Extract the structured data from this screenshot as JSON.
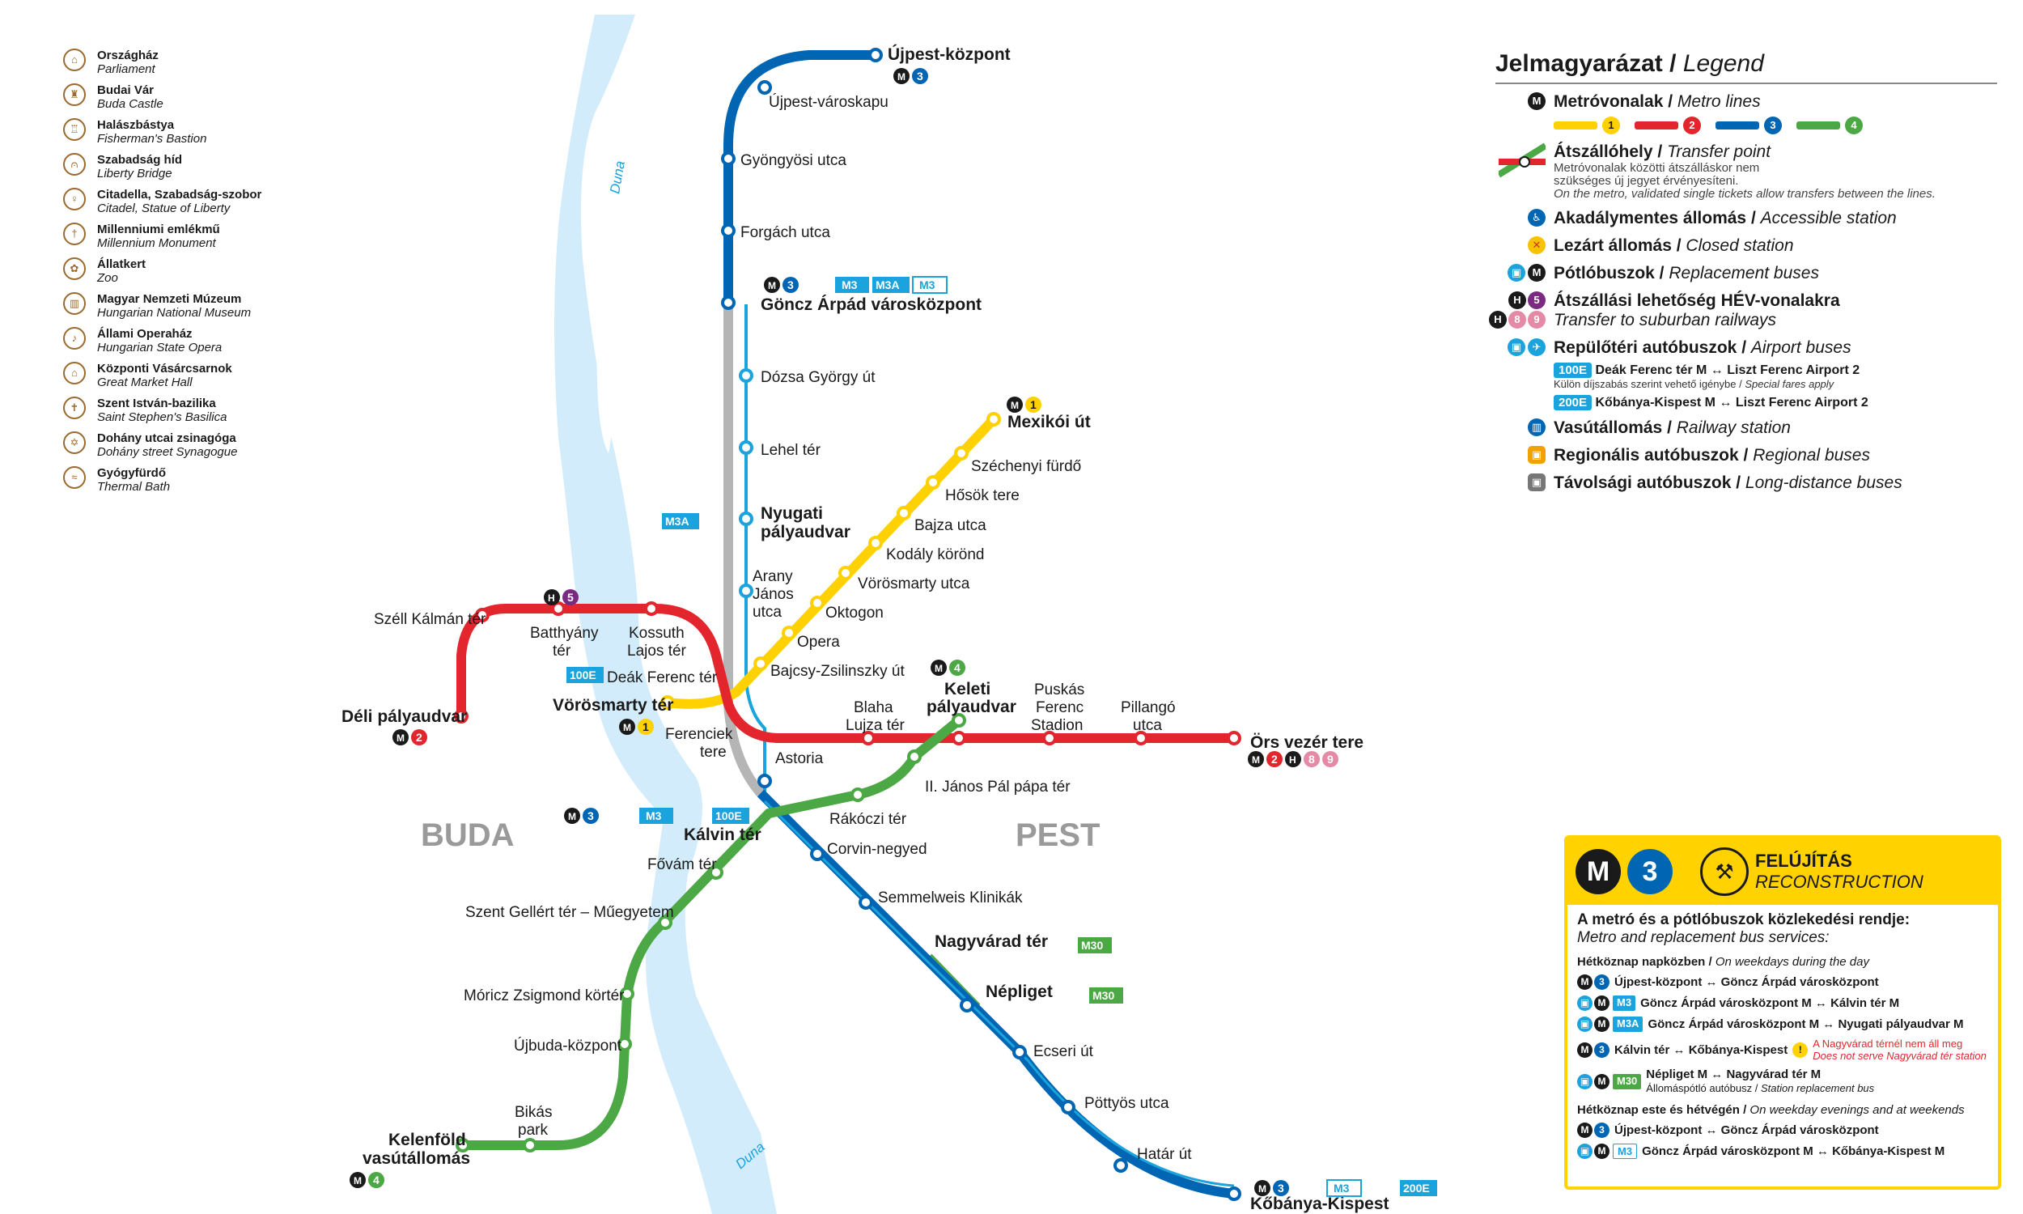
{
  "landmarks": [
    {
      "hu": "Országház",
      "en": "Parliament",
      "icon": "parliament-icon"
    },
    {
      "hu": "Budai Vár",
      "en": "Buda Castle",
      "icon": "castle-icon"
    },
    {
      "hu": "Halászbástya",
      "en": "Fisherman's Bastion",
      "icon": "bastion-icon"
    },
    {
      "hu": "Szabadság híd",
      "en": "Liberty Bridge",
      "icon": "bridge-icon"
    },
    {
      "hu": "Citadella, Szabadság-szobor",
      "en": "Citadel, Statue of Liberty",
      "icon": "statue-icon"
    },
    {
      "hu": "Millenniumi emlékmű",
      "en": "Millennium Monument",
      "icon": "monument-icon"
    },
    {
      "hu": "Állatkert",
      "en": "Zoo",
      "icon": "zoo-icon"
    },
    {
      "hu": "Magyar Nemzeti Múzeum",
      "en": "Hungarian National Museum",
      "icon": "museum-icon"
    },
    {
      "hu": "Állami Operaház",
      "en": "Hungarian State Opera",
      "icon": "opera-icon"
    },
    {
      "hu": "Központi Vásárcsarnok",
      "en": "Great Market Hall",
      "icon": "market-icon"
    },
    {
      "hu": "Szent István-bazilika",
      "en": "Saint Stephen's Basilica",
      "icon": "basilica-icon"
    },
    {
      "hu": "Dohány utcai zsinagóga",
      "en": "Dohány street Synagogue",
      "icon": "synagogue-icon"
    },
    {
      "hu": "Gyógyfürdő",
      "en": "Thermal Bath",
      "icon": "bath-icon"
    }
  ],
  "districts": {
    "buda": "BUDA",
    "pest": "PEST"
  },
  "river": "Duna",
  "colors": {
    "m1": "#ffd100",
    "m2": "#e3262d",
    "m3": "#0066b3",
    "m4": "#4ca844",
    "river": "#d2ecfb",
    "bus": "#1aa3dc",
    "hev": "#7b2a82"
  },
  "stations": {
    "m1": [
      "Mexikói út",
      "Széchenyi fürdő",
      "Hősök tere",
      "Bajza utca",
      "Kodály körönd",
      "Vörösmarty utca",
      "Oktogon",
      "Opera",
      "Bajcsy-Zsilinszky út",
      "Deák Ferenc tér",
      "Vörösmarty tér"
    ],
    "m2": [
      "Déli pályaudvar",
      "Széll Kálmán tér",
      "Batthyány tér",
      "Kossuth Lajos tér",
      "Deák Ferenc tér",
      "Astoria",
      "Blaha Lujza tér",
      "Keleti pályaudvar",
      "Puskás Ferenc Stadion",
      "Pillangó utca",
      "Örs vezér tere"
    ],
    "m3": [
      "Újpest-központ",
      "Újpest-városkapu",
      "Gyöngyösi utca",
      "Forgách utca",
      "Göncz Árpád városközpont",
      "Dózsa György út",
      "Lehel tér",
      "Nyugati pályaudvar",
      "Arany János utca",
      "Deák Ferenc tér",
      "Ferenciek tere",
      "Kálvin tér",
      "Corvin-negyed",
      "Semmelweis Klinikák",
      "Nagyvárad tér",
      "Népliget",
      "Ecseri út",
      "Pöttyös utca",
      "Határ út",
      "Kőbánya-Kispest"
    ],
    "m4": [
      "Kelenföld vasútállomás",
      "Bikás park",
      "Újbuda-központ",
      "Móricz Zsigmond körtér",
      "Szent Gellért tér – Műegyetem",
      "Fővám tér",
      "Kálvin tér",
      "Rákóczi tér",
      "II. János Pál pápa tér",
      "Keleti pályaudvar"
    ]
  },
  "map_labels": {
    "ujpest_kozpont": "Újpest-központ",
    "ujpest_varoskapu": "Újpest-városkapu",
    "gyongyosi": "Gyöngyösi utca",
    "forgach": "Forgách utca",
    "goncz": "Göncz Árpád városközpont",
    "dozsa": "Dózsa György út",
    "lehel": "Lehel tér",
    "nyugati_1": "Nyugati",
    "nyugati_2": "pályaudvar",
    "arany_1": "Arany",
    "arany_2": "János",
    "arany_3": "utca",
    "mexikoi": "Mexikói út",
    "szechenyi": "Széchenyi fürdő",
    "hosok": "Hősök tere",
    "bajza": "Bajza utca",
    "kodaly": "Kodály körönd",
    "vorosmarty_u": "Vörösmarty utca",
    "oktogon": "Oktogon",
    "opera": "Opera",
    "bajcsy": "Bajcsy-Zsilinszky út",
    "szell": "Széll Kálmán tér",
    "batthyany_1": "Batthyány",
    "batthyany_2": "tér",
    "kossuth_1": "Kossuth",
    "kossuth_2": "Lajos tér",
    "deak": "Deák Ferenc tér",
    "deli": "Déli pályaudvar",
    "vorosmarty_ter": "Vörösmarty tér",
    "ferenciek_1": "Ferenciek",
    "ferenciek_2": "tere",
    "astoria": "Astoria",
    "blaha_1": "Blaha",
    "blaha_2": "Lujza tér",
    "keleti_1": "Keleti",
    "keleti_2": "pályaudvar",
    "puskas_1": "Puskás",
    "puskas_2": "Ferenc",
    "puskas_3": "Stadion",
    "pillango_1": "Pillangó",
    "pillango_2": "utca",
    "ors": "Örs vezér tere",
    "ii_janos": "II. János Pál pápa tér",
    "rakoczi": "Rákóczi tér",
    "kalvin": "Kálvin tér",
    "corvin": "Corvin-negyed",
    "semmelweis": "Semmelweis Klinikák",
    "fovam": "Fővám tér",
    "gellert": "Szent Gellért tér – Műegyetem",
    "nagyvarad": "Nagyvárad tér",
    "nepliget": "Népliget",
    "moricz": "Móricz Zsigmond körtér",
    "ecseri": "Ecseri út",
    "ujbuda": "Újbuda-központ",
    "pottyos": "Pöttyös utca",
    "bikas_1": "Bikás",
    "bikas_2": "park",
    "kelenfold_1": "Kelenföld",
    "kelenfold_2": "vasútállomás",
    "hatar": "Határ út",
    "kobanya": "Kőbánya-Kispest"
  },
  "badges": {
    "m3a": "M3A",
    "m3": "M3",
    "m30": "M30",
    "b100e": "100E",
    "b200e": "200E",
    "n1": "1",
    "n2": "2",
    "n3": "3",
    "n4": "4",
    "n5": "5",
    "n8": "8",
    "n9": "9",
    "m": "M",
    "h": "H"
  },
  "legend": {
    "title": "Jelmagyarázat",
    "title_en": "Legend",
    "metro": "Metróvonalak",
    "metro_en": "Metro lines",
    "lines": [
      {
        "n": "1",
        "c": "#ffd100"
      },
      {
        "n": "2",
        "c": "#e3262d"
      },
      {
        "n": "3",
        "c": "#0066b3"
      },
      {
        "n": "4",
        "c": "#4ca844"
      }
    ],
    "transfer": "Átszállóhely",
    "transfer_en": "Transfer point",
    "transfer_note": "Metróvonalak közötti átszálláskor nem szükséges új jegyet érvényesíteni.",
    "transfer_note_en": "On the metro, validated single tickets allow transfers between the lines.",
    "accessible": "Akadálymentes állomás",
    "accessible_en": "Accessible station",
    "closed": "Lezárt állomás",
    "closed_en": "Closed station",
    "replacement": "Pótlóbuszok",
    "replacement_en": "Replacement buses",
    "hev": "Átszállási lehetőség HÉV-vonalakra",
    "hev_en": "Transfer to suburban railways",
    "airport": "Repülőtéri autóbuszok",
    "airport_en": "Airport buses",
    "ap1_tag": "100E",
    "ap1": "Deák Ferenc tér M ↔ Liszt Ferenc Airport 2",
    "ap1_sub": "Külön díjszabás szerint vehető igénybe",
    "ap1_sub_en": "Special fares apply",
    "ap2_tag": "200E",
    "ap2": "Kőbánya-Kispest M ↔ Liszt Ferenc Airport 2",
    "railway": "Vasútállomás",
    "railway_en": "Railway station",
    "regional": "Regionális autóbuszok",
    "regional_en": "Regional buses",
    "longdist": "Távolsági autóbuszok",
    "longdist_en": "Long-distance buses"
  },
  "recon": {
    "title": "FELÚJÍTÁS",
    "title_en": "RECONSTRUCTION",
    "intro": "A metró és a pótlóbuszok közlekedési rendje:",
    "intro_en": "Metro and replacement bus services:",
    "day": "Hétköznap napközben",
    "day_en": "On weekdays during the day",
    "r1": "Újpest-központ ↔ Göncz Árpád városközpont",
    "r2": "Göncz Árpád városközpont M ↔ Kálvin tér M",
    "r3": "Göncz Árpád városközpont M ↔ Nyugati pályaudvar M",
    "r4": "Kálvin tér ↔ Kőbánya-Kispest",
    "r4_note": "A Nagyvárad térnél nem áll meg",
    "r4_note_en": "Does not serve Nagyvárad tér station",
    "r5": "Népliget M ↔ Nagyvárad tér M",
    "r5_sub": "Állomáspótló autóbusz",
    "r5_sub_en": "Station replacement bus",
    "eve": "Hétköznap este és hétvégén",
    "eve_en": "On weekday evenings and at weekends",
    "r6": "Újpest-központ ↔ Göncz Árpád városközpont",
    "r7": "Göncz Árpád városközpont M ↔ Kőbánya-Kispest M"
  }
}
